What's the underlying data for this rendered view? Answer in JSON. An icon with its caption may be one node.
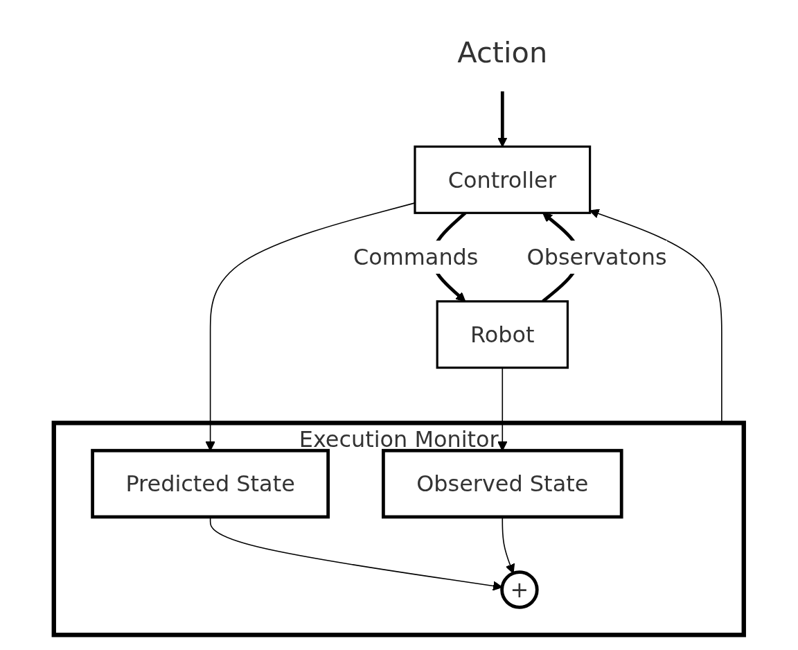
{
  "diagram": {
    "nodes": [
      {
        "text": [
          "Action"
        ]
      },
      {
        "text": [
          "Controller"
        ]
      },
      {
        "text": [
          "Execution Monitor"
        ]
      },
      {
        "text": [
          "+"
        ],
        "in": 2
      },
      {
        "text": [
          "Predicted State"
        ],
        "in": 2
      },
      {
        "text": [
          "Observed State"
        ],
        "in": 2
      },
      {
        "text": [
          "Robot"
        ]
      }
    ],
    "edges": [
      {
        "from": 0,
        "to": 1,
        "arrow": "to",
        "style": "thick"
      },
      {
        "from": 1,
        "to": 6,
        "arrow": "to",
        "style": "thick",
        "label": "Commands"
      },
      {
        "from": 6,
        "to": 1,
        "arrow": "to",
        "style": "thick",
        "label": "Observatons"
      },
      {
        "from": 2,
        "to": 1,
        "arrow": "to"
      },
      {
        "from": 4,
        "to": 3,
        "arrow": "to"
      },
      {
        "from": 5,
        "to": 3,
        "arrow": "to"
      },
      {
        "from": 1,
        "to": 4,
        "arrow": "to"
      },
      {
        "from": 6,
        "to": 5,
        "arrow": "to"
      }
    ]
  }
}
